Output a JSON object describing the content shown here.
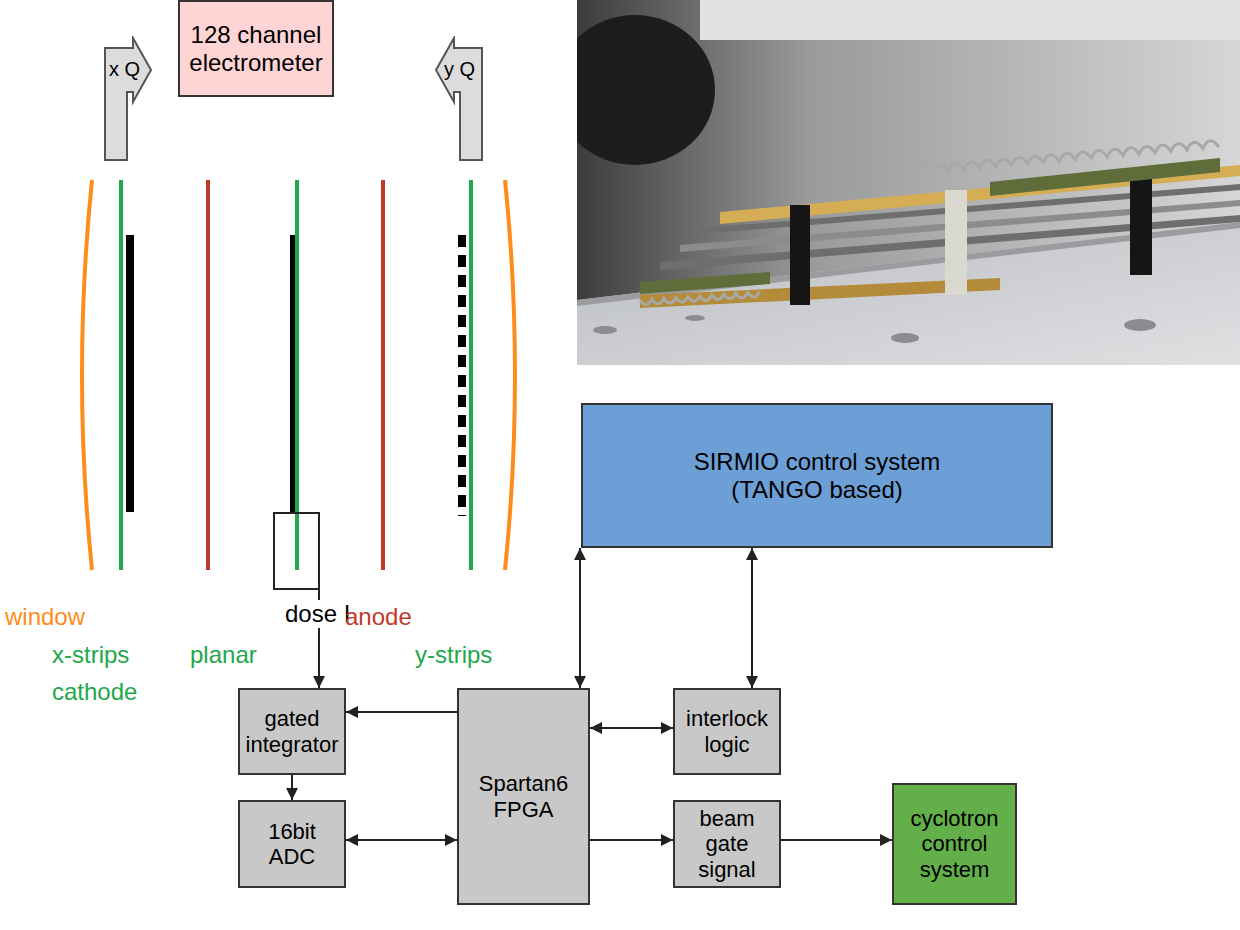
{
  "diagram": {
    "nodes": [
      {
        "text": [
          "128 channel electrometer"
        ]
      },
      {
        "text": [
          "x Q"
        ]
      },
      {
        "text": [
          "y Q"
        ]
      },
      {
        "text": [
          "dose I"
        ]
      },
      {
        "text": [
          "SIRMIO control system (TANGO based)"
        ]
      },
      {
        "text": [
          "gated integrator"
        ]
      },
      {
        "text": [
          "Spartan6 FPGA"
        ]
      },
      {
        "text": [
          "interlock logic"
        ]
      },
      {
        "text": [
          "16bit ADC"
        ]
      },
      {
        "text": [
          "beam gate signal"
        ]
      },
      {
        "text": [
          "cyclotron control system"
        ]
      }
    ],
    "edges": [
      {
        "from": 3,
        "to": 5,
        "arrow": "to"
      },
      {
        "from": 6,
        "to": 5,
        "arrow": "to"
      },
      {
        "from": 5,
        "to": 8,
        "arrow": "to"
      },
      {
        "from": 8,
        "to": 6,
        "arrow": "both"
      },
      {
        "from": 6,
        "to": 7,
        "arrow": "both"
      },
      {
        "from": 6,
        "to": 9,
        "arrow": "to"
      },
      {
        "from": 9,
        "to": 10,
        "arrow": "to"
      },
      {
        "from": 4,
        "to": 6,
        "arrow": "both"
      },
      {
        "from": 4,
        "to": 7,
        "arrow": "both"
      }
    ],
    "labels": [
      "window",
      "x-strips",
      "cathode",
      "planar",
      "anode",
      "y-strips"
    ]
  }
}
